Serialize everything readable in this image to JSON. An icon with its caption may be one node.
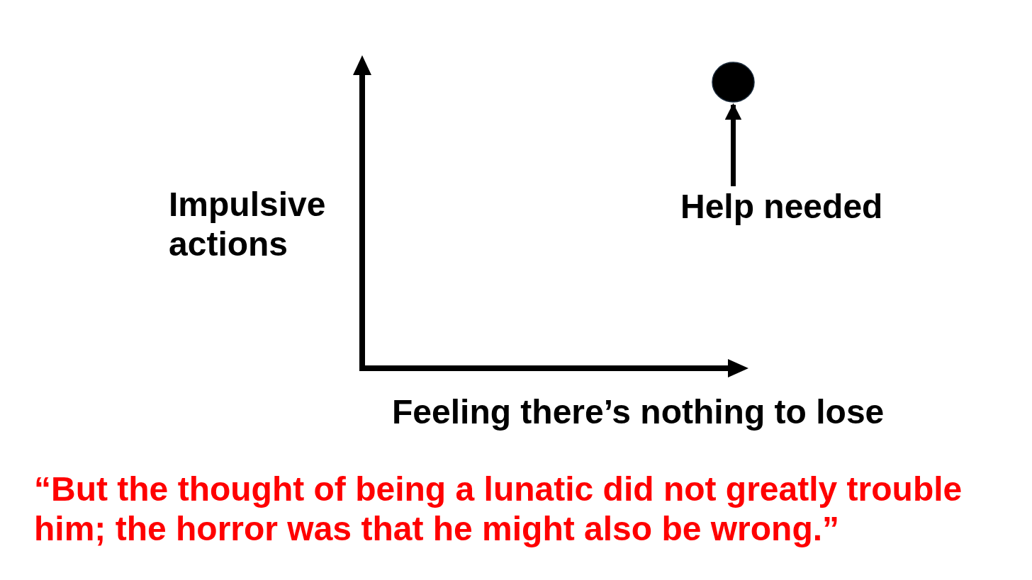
{
  "diagram": {
    "caption": "“But the thought of being a lunatic did not greatly trouble him; the horror was that he might also be wrong.”",
    "nodes": [
      {
        "text": [],
        "shape": "circle"
      },
      {
        "text": [
          "Help needed"
        ]
      }
    ],
    "edges": [
      {
        "from": 1,
        "to": 0,
        "arrow": "to"
      }
    ],
    "labels": [
      "Impulsive actions",
      "Feeling there’s nothing to lose"
    ]
  }
}
